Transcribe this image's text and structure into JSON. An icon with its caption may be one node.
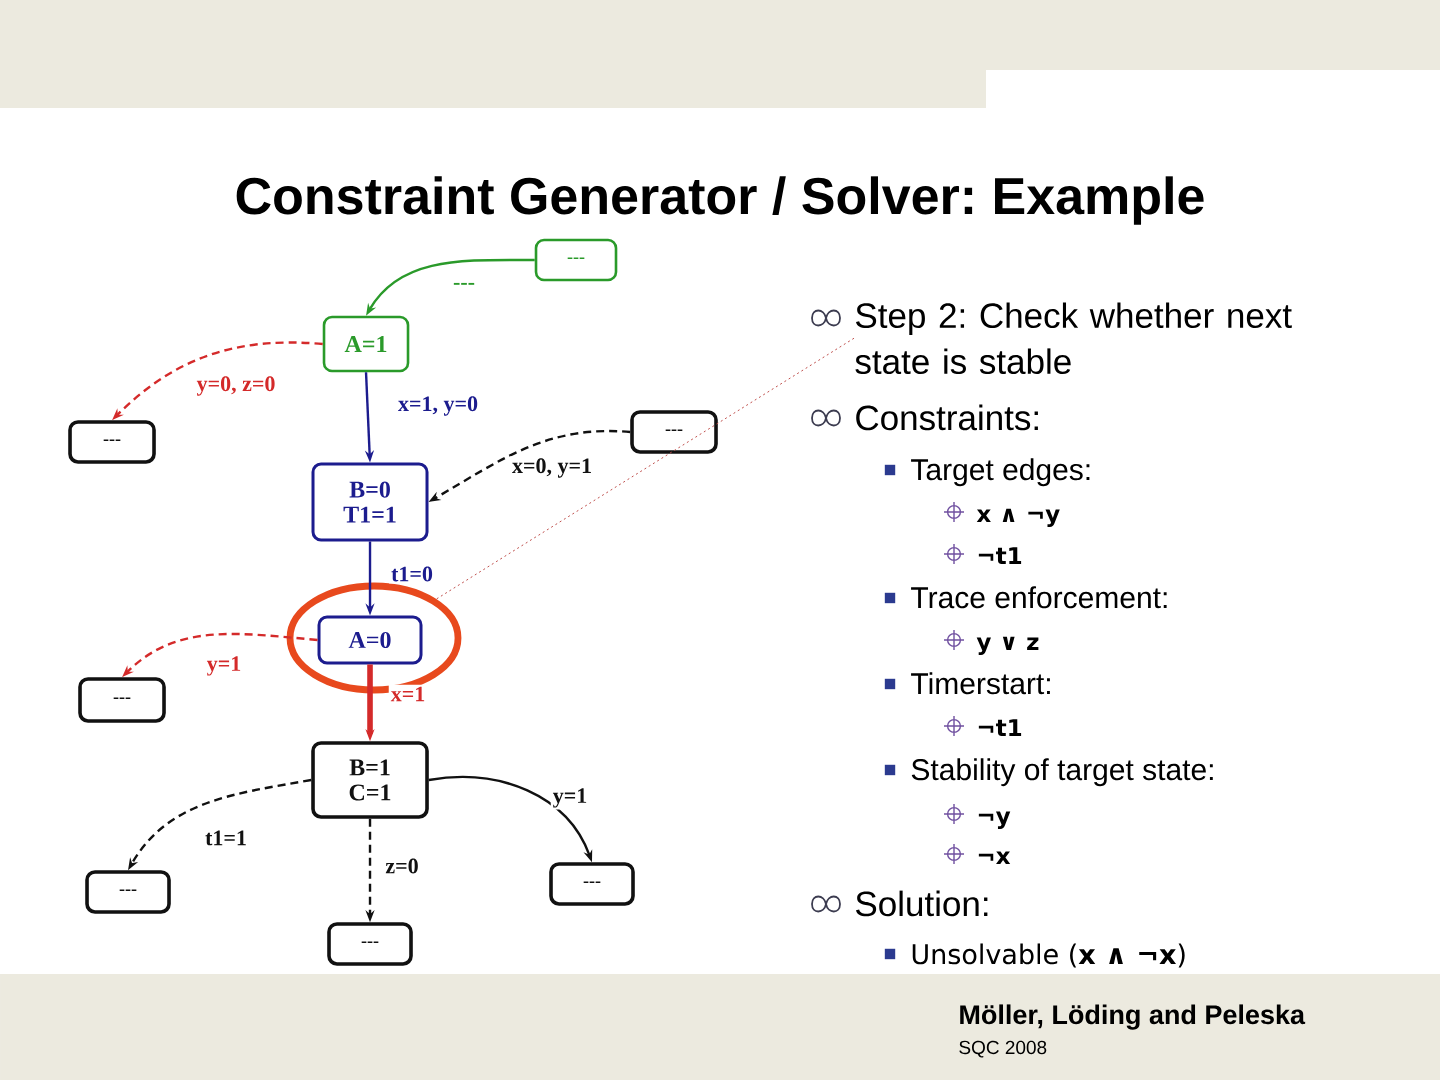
{
  "diagram": {
    "title": "Constraint Generator / Solver: Example",
    "nodes": [
      {
        "text": [
          "---"
        ]
      },
      {
        "text": [
          "A=1"
        ]
      },
      {
        "text": [
          "---"
        ]
      },
      {
        "text": [
          "---"
        ]
      },
      {
        "text": [
          "B=0 T1=1"
        ]
      },
      {
        "text": [],
        "shape": "ellipse"
      },
      {
        "text": [
          "A=0"
        ],
        "in": 5
      },
      {
        "text": [
          "---"
        ]
      },
      {
        "text": [
          "B=1 C=1"
        ]
      },
      {
        "text": [
          "---"
        ]
      },
      {
        "text": [
          "---"
        ]
      },
      {
        "text": [
          "---"
        ]
      },
      {
        "text": [
          "Step 2: Check whether next state is stable"
        ]
      }
    ],
    "edges": [
      {
        "from": 0,
        "to": 1,
        "arrow": "to",
        "label": "---",
        "color": "#2a9a2a"
      },
      {
        "from": 1,
        "to": 2,
        "arrow": "to",
        "label": "y=0, z=0",
        "style": "dashed",
        "color": "#d42a2a"
      },
      {
        "from": 1,
        "to": 4,
        "arrow": "to",
        "label": "x=1, y=0",
        "color": "#1c1c8e"
      },
      {
        "from": 3,
        "to": 4,
        "arrow": "to",
        "label": "x=0, y=1",
        "style": "dashed"
      },
      {
        "from": 4,
        "to": 6,
        "arrow": "to",
        "label": "t1=0",
        "color": "#1c1c8e"
      },
      {
        "from": 6,
        "to": 7,
        "arrow": "to",
        "label": "y=1",
        "style": "dashed",
        "color": "#d42a2a"
      },
      {
        "from": 6,
        "to": 8,
        "arrow": "to",
        "label": "x=1",
        "style": "thick",
        "color": "#d42a2a"
      },
      {
        "from": 8,
        "to": 9,
        "arrow": "to",
        "label": "t1=1",
        "style": "dashed"
      },
      {
        "from": 8,
        "to": 11,
        "arrow": "to",
        "label": "z=0",
        "style": "dashed"
      },
      {
        "from": 8,
        "to": 10,
        "arrow": "to",
        "label": "y=1"
      },
      {
        "from": 12,
        "to": 5,
        "arrow": "none",
        "style": "dashed",
        "color": "#c0504d"
      }
    ],
    "labels": [
      "Constraints:",
      "Target edges:",
      "x ∧ ¬y",
      "¬t1",
      "Trace enforcement:",
      "y ∨ z",
      "Timerstart:",
      "¬t1",
      "Stability of target state:",
      "¬y",
      "¬x",
      "Solution:",
      "Unsolvable (**x ∧ ¬x**)",
      "Möller, Löding and Peleska",
      "SQC 2008"
    ]
  }
}
